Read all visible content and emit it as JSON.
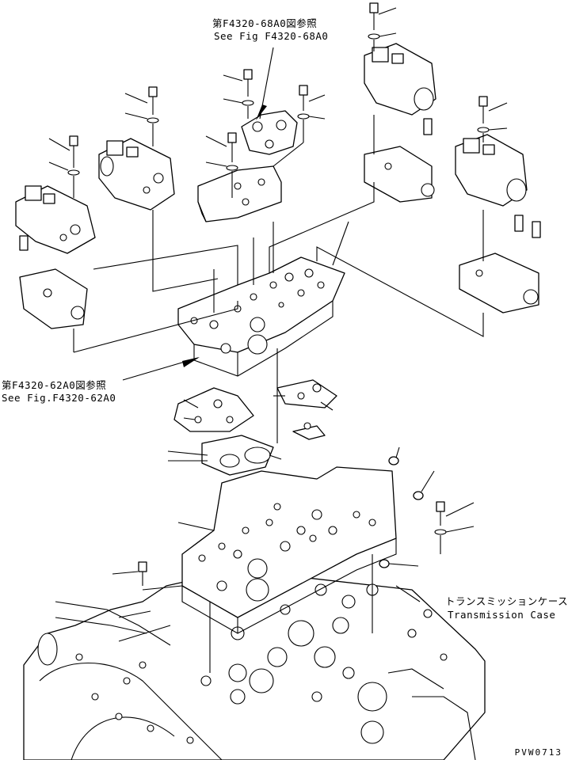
{
  "callouts": {
    "top_ref_jp": "第F4320-68A0図参照",
    "top_ref_en": "See Fig F4320-68A0",
    "mid_ref_jp": "第F4320-62A0図参照",
    "mid_ref_en": "See Fig.F4320-62A0",
    "case_jp": "トランスミッションケース",
    "case_en": "Transmission Case"
  },
  "drawing_code": "PVW0713",
  "colors": {
    "line": "#000000",
    "background": "#ffffff"
  }
}
